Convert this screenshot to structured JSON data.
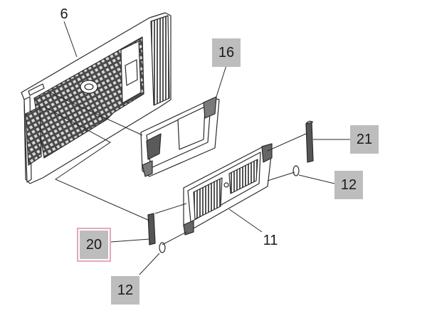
{
  "diagram": {
    "callouts": [
      {
        "id": "6",
        "text": "6",
        "boxed": false,
        "highlighted": false
      },
      {
        "id": "16",
        "text": "16",
        "boxed": true,
        "highlighted": false
      },
      {
        "id": "21",
        "text": "21",
        "boxed": true,
        "highlighted": false
      },
      {
        "id": "12a",
        "text": "12",
        "boxed": true,
        "highlighted": false
      },
      {
        "id": "11",
        "text": "11",
        "boxed": false,
        "highlighted": false
      },
      {
        "id": "20",
        "text": "20",
        "boxed": true,
        "highlighted": true
      },
      {
        "id": "12b",
        "text": "12",
        "boxed": true,
        "highlighted": false
      }
    ],
    "colors": {
      "callout_box": "#bdbdbd",
      "highlight_outline": "#e6a6bf",
      "line_art": "#2a2a2a",
      "mesh_fill": "#3a3a3a"
    }
  }
}
